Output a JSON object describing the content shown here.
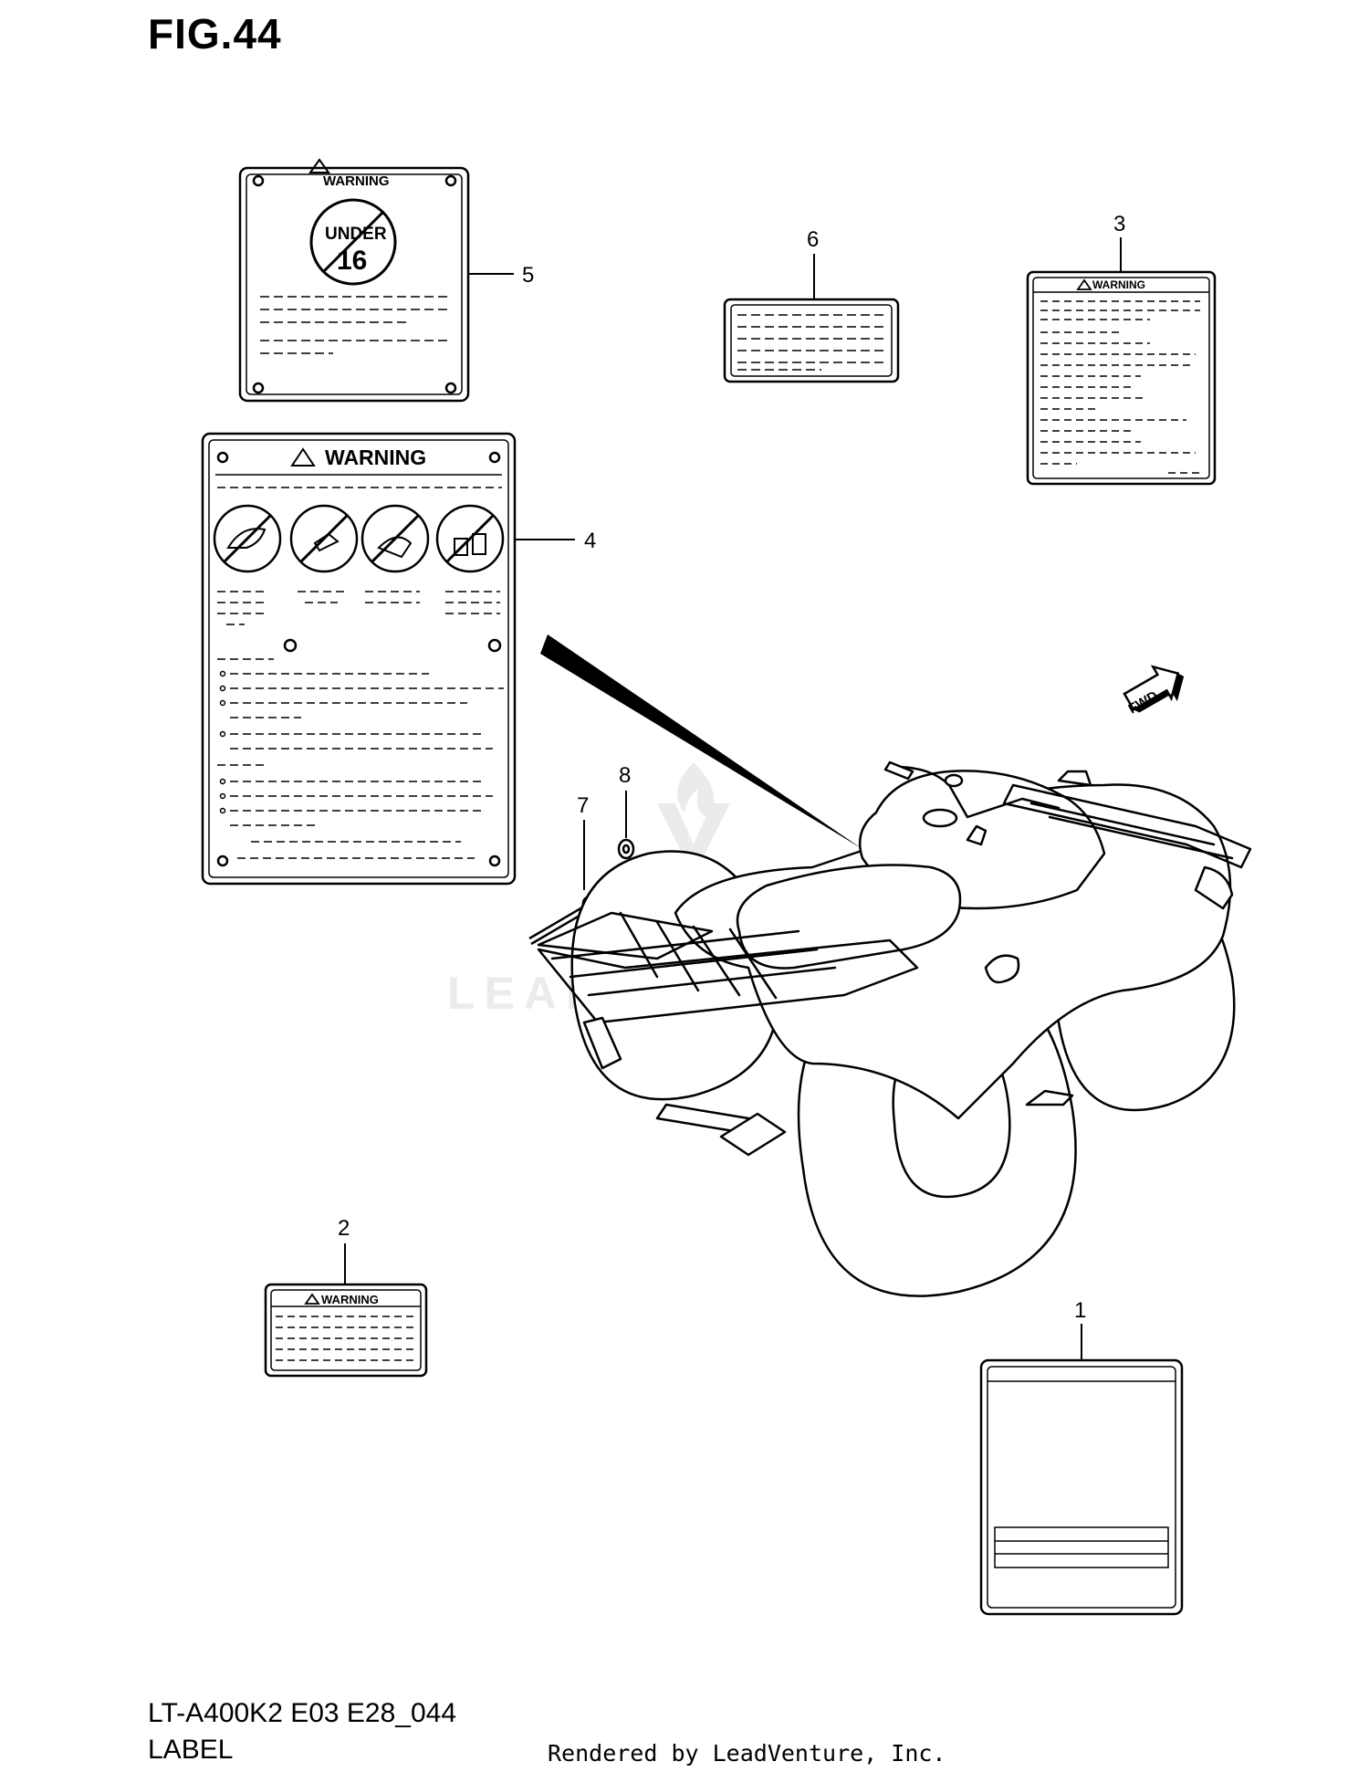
{
  "figure": {
    "title": "FIG.44"
  },
  "footer": {
    "model": "LT-A400K2 E03 E28_044",
    "name": "LABEL",
    "credit": "Rendered by LeadVenture, Inc."
  },
  "watermark": "LEADVENTURE",
  "callouts": [
    "1",
    "2",
    "3",
    "4",
    "5",
    "6",
    "7",
    "8"
  ],
  "labels": {
    "warning": "WARNING",
    "under_top": "UNDER",
    "under_age": "16",
    "fwd": "FWD"
  }
}
